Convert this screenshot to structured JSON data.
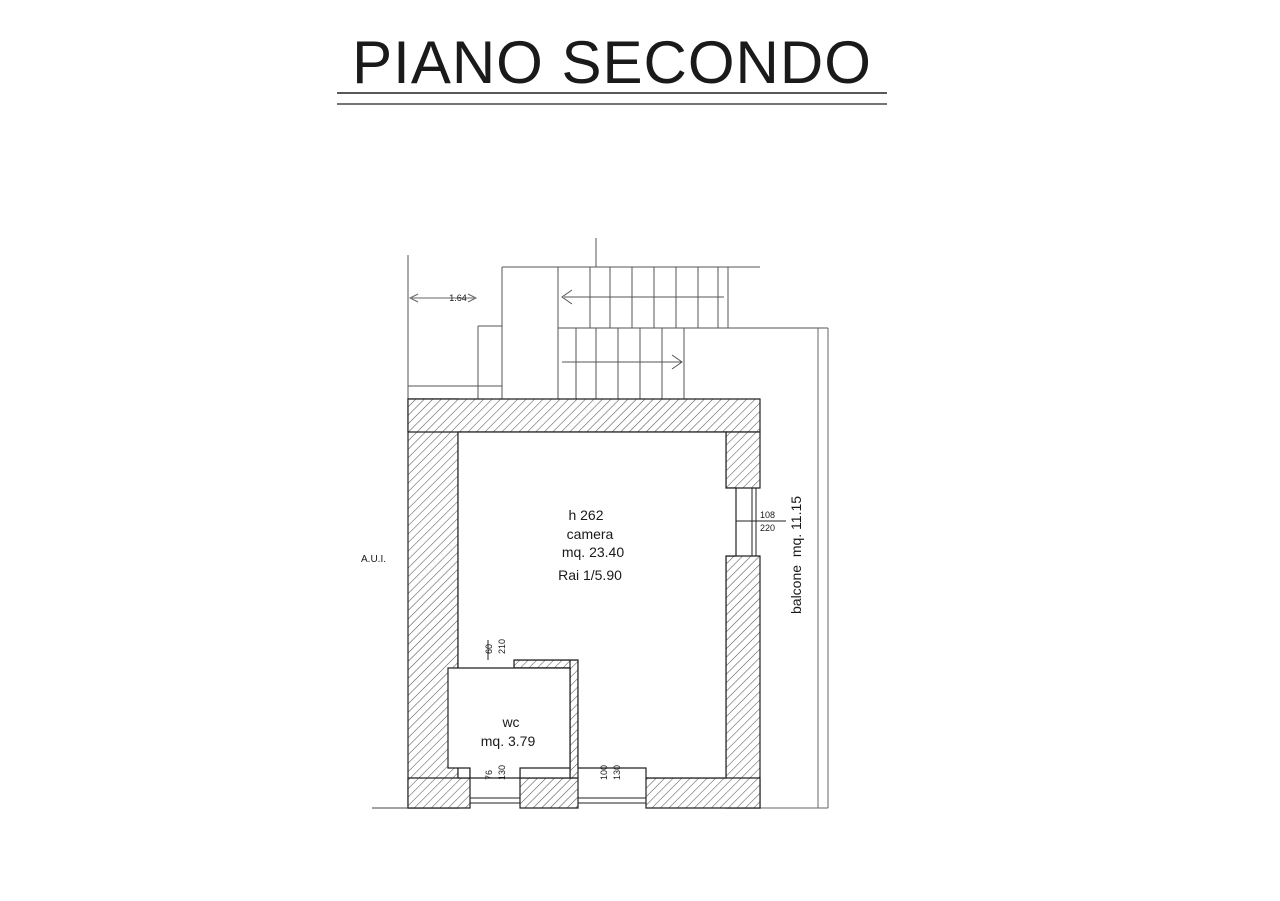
{
  "title": "PIANO SECONDO",
  "stair_dimension": "1.64",
  "neighbor_label": "A.U.I.",
  "rooms": {
    "camera": {
      "height": "h 262",
      "name": "camera",
      "area": "mq. 23.40",
      "rai": "Rai 1/5.90"
    },
    "wc": {
      "name": "wc",
      "area": "mq. 3.79"
    },
    "balcone": {
      "label": "balcone  mq. 11.15"
    }
  },
  "openings": {
    "balcony_door": {
      "width": "108",
      "height": "220"
    },
    "wc_door": {
      "width": "60",
      "height": "210"
    },
    "wc_window": {
      "width": "76",
      "height": "130"
    },
    "camera_window": {
      "width": "100",
      "height": "130"
    }
  },
  "colors": {
    "ink": "#1a1a1a",
    "line": "#333333",
    "hatch": "#555555",
    "paper": "#ffffff"
  }
}
